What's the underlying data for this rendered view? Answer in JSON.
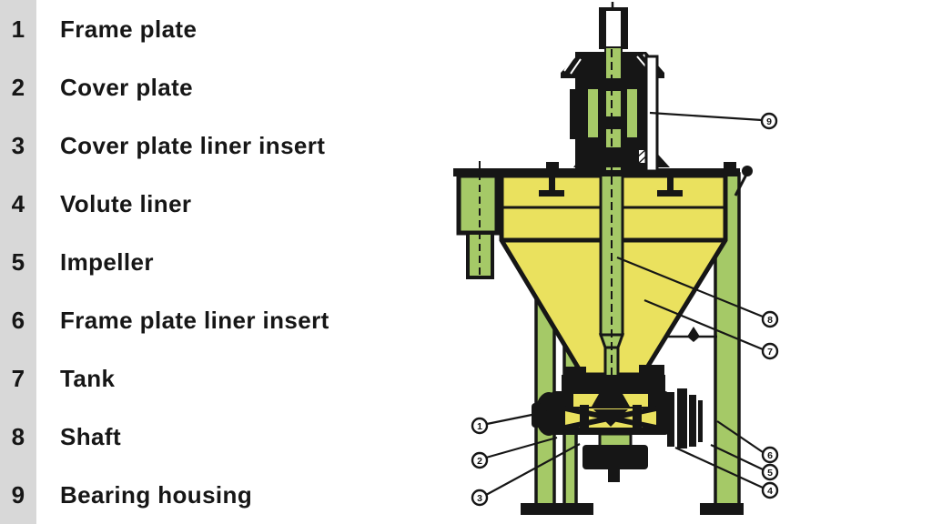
{
  "parts": {
    "items": [
      {
        "num": "1",
        "label": "Frame plate"
      },
      {
        "num": "2",
        "label": "Cover plate"
      },
      {
        "num": "3",
        "label": "Cover plate liner insert"
      },
      {
        "num": "4",
        "label": "Volute liner"
      },
      {
        "num": "5",
        "label": "Impeller"
      },
      {
        "num": "6",
        "label": "Frame plate liner insert"
      },
      {
        "num": "7",
        "label": "Tank"
      },
      {
        "num": "8",
        "label": "Shaft"
      },
      {
        "num": "9",
        "label": "Bearing housing"
      }
    ]
  },
  "diagram": {
    "callouts": [
      {
        "num": "1"
      },
      {
        "num": "2"
      },
      {
        "num": "3"
      },
      {
        "num": "4"
      },
      {
        "num": "5"
      },
      {
        "num": "6"
      },
      {
        "num": "7"
      },
      {
        "num": "8"
      },
      {
        "num": "9"
      }
    ],
    "colors": {
      "tank_yellow": "#EAE15E",
      "frame_green": "#A5C967",
      "line_black": "#161616",
      "sidebar_gray": "#D8D8D8"
    }
  }
}
